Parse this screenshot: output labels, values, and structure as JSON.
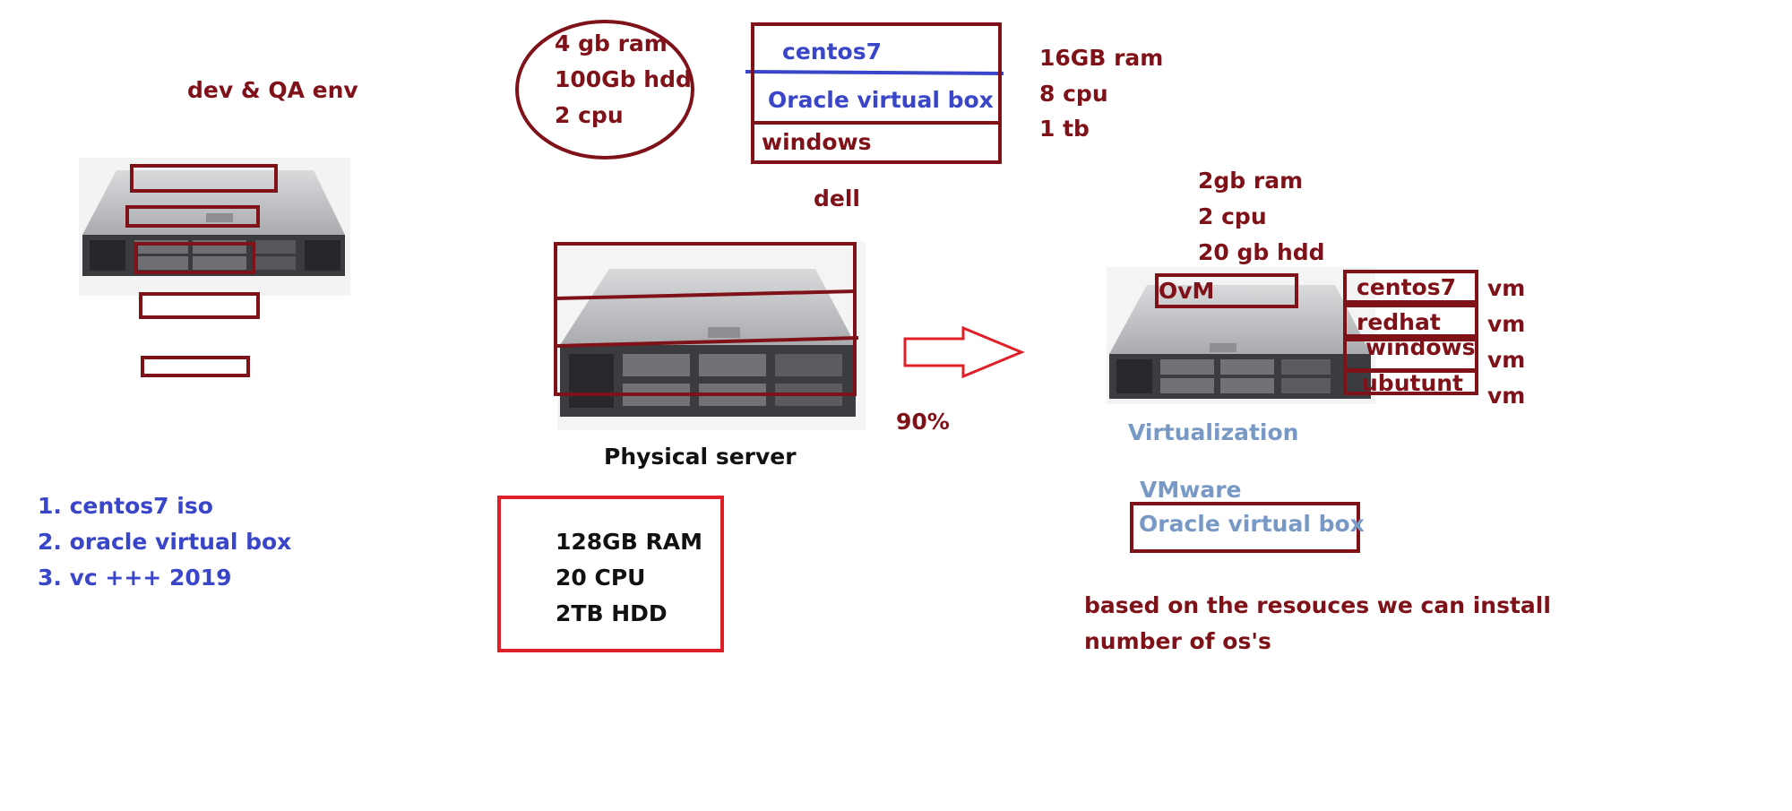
{
  "left_panel": {
    "title": "dev & QA env",
    "steps": [
      "1. centos7 iso",
      "2. oracle virtual box",
      "3. vc +++ 2019"
    ]
  },
  "laptop_spec": {
    "lines": [
      "4 gb ram",
      "100Gb hdd",
      "2 cpu"
    ]
  },
  "host_stack": {
    "layers": [
      "centos7",
      "Oracle virtual box",
      "windows"
    ],
    "vendor": "dell",
    "specs": [
      "16GB ram",
      "8 cpu",
      "1 tb"
    ]
  },
  "physical_server": {
    "caption": "Physical server",
    "specs": [
      "128GB RAM",
      "20  CPU",
      "2TB HDD"
    ],
    "utilization": "90%"
  },
  "virtual_server": {
    "vm_specs": [
      "2gb ram",
      "2 cpu",
      "20 gb hdd"
    ],
    "hypervisor_label": "OvM",
    "vms": [
      {
        "os": "centos7",
        "tag": "vm"
      },
      {
        "os": "redhat",
        "tag": "vm"
      },
      {
        "os": "windows",
        "tag": "vm"
      },
      {
        "os": "ubutunt",
        "tag": "vm"
      }
    ],
    "virtualization_title": "Virtualization",
    "products": [
      "VMware",
      "Oracle virtual box"
    ],
    "note_lines": [
      "based on the resouces we can install",
      "number of os's"
    ]
  },
  "colors": {
    "maroon": "#7f1119",
    "blue": "#3a46c9",
    "steel": "#7899c6",
    "red": "#e02028"
  }
}
